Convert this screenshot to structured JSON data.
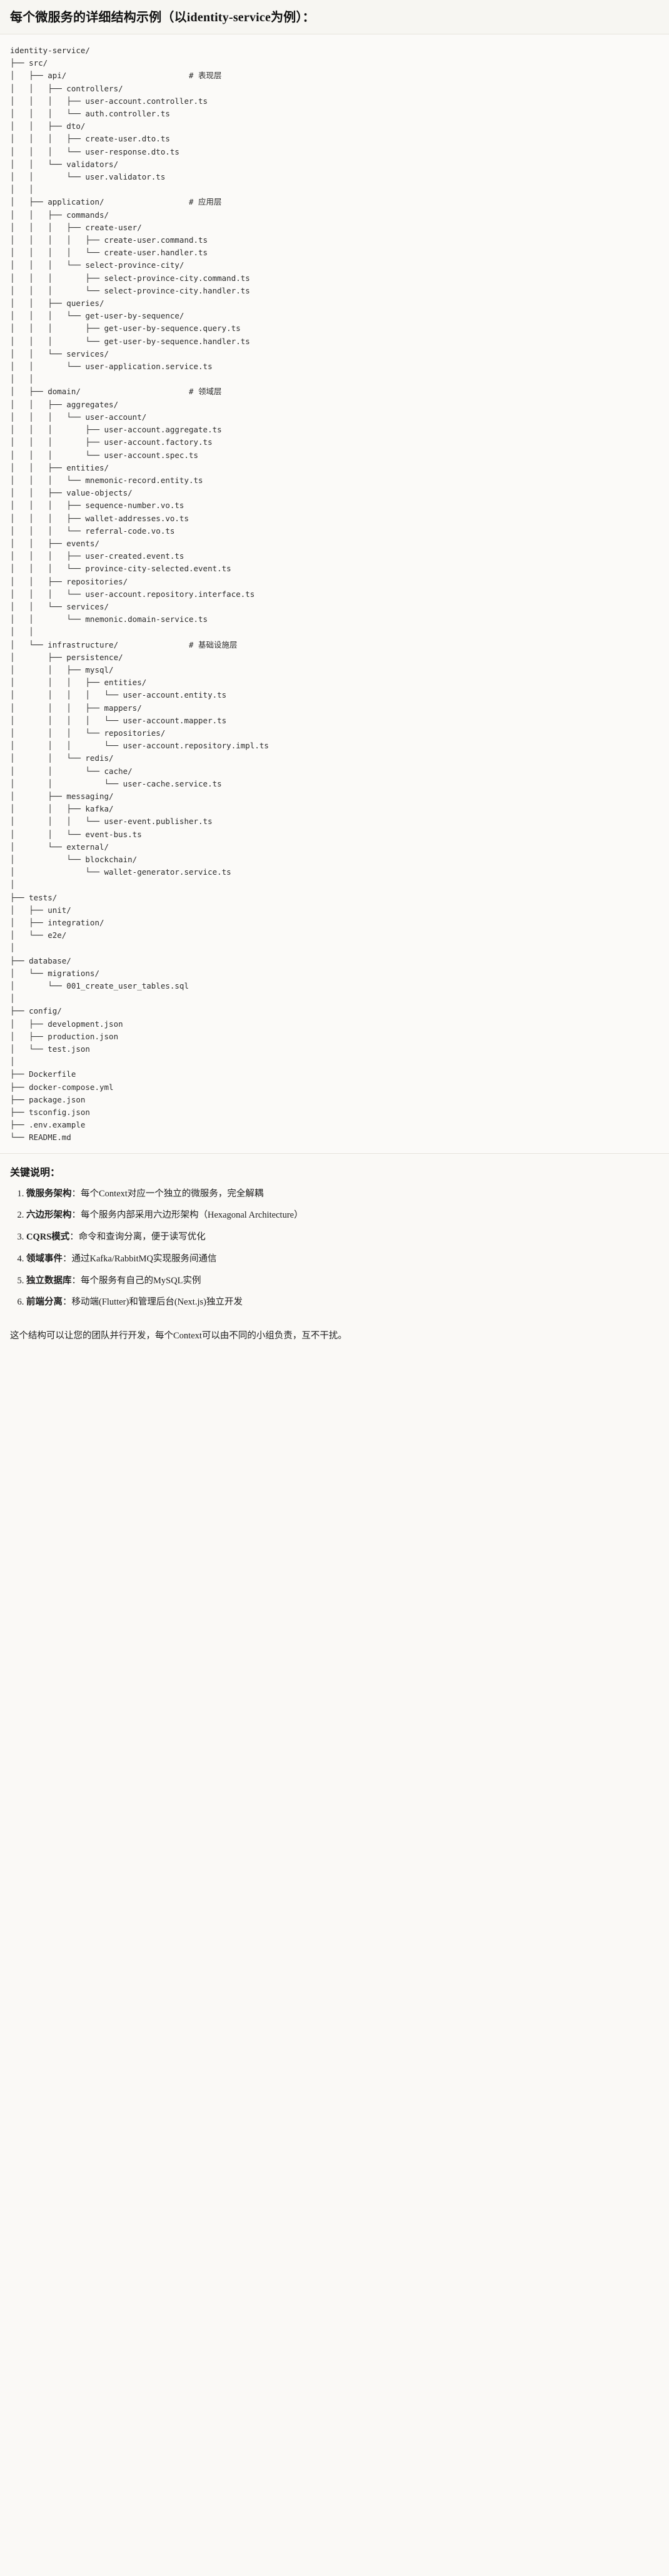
{
  "document": {
    "title": "每个微服务的详细结构示例（以identity-service为例）：",
    "root_name": "identity-service/"
  },
  "tree": {
    "text": "identity-service/\n├── src/\n│   ├── api/                          # 表现层\n│   │   ├── controllers/\n│   │   │   ├── user-account.controller.ts\n│   │   │   └── auth.controller.ts\n│   │   ├── dto/\n│   │   │   ├── create-user.dto.ts\n│   │   │   └── user-response.dto.ts\n│   │   └── validators/\n│   │       └── user.validator.ts\n│   │\n│   ├── application/                  # 应用层\n│   │   ├── commands/\n│   │   │   ├── create-user/\n│   │   │   │   ├── create-user.command.ts\n│   │   │   │   └── create-user.handler.ts\n│   │   │   └── select-province-city/\n│   │   │       ├── select-province-city.command.ts\n│   │   │       └── select-province-city.handler.ts\n│   │   ├── queries/\n│   │   │   └── get-user-by-sequence/\n│   │   │       ├── get-user-by-sequence.query.ts\n│   │   │       └── get-user-by-sequence.handler.ts\n│   │   └── services/\n│   │       └── user-application.service.ts\n│   │\n│   ├── domain/                       # 领域层\n│   │   ├── aggregates/\n│   │   │   └── user-account/\n│   │   │       ├── user-account.aggregate.ts\n│   │   │       ├── user-account.factory.ts\n│   │   │       └── user-account.spec.ts\n│   │   ├── entities/\n│   │   │   └── mnemonic-record.entity.ts\n│   │   ├── value-objects/\n│   │   │   ├── sequence-number.vo.ts\n│   │   │   ├── wallet-addresses.vo.ts\n│   │   │   └── referral-code.vo.ts\n│   │   ├── events/\n│   │   │   ├── user-created.event.ts\n│   │   │   └── province-city-selected.event.ts\n│   │   ├── repositories/\n│   │   │   └── user-account.repository.interface.ts\n│   │   └── services/\n│   │       └── mnemonic.domain-service.ts\n│   │\n│   └── infrastructure/               # 基础设施层\n│       ├── persistence/\n│       │   ├── mysql/\n│       │   │   ├── entities/\n│       │   │   │   └── user-account.entity.ts\n│       │   │   ├── mappers/\n│       │   │   │   └── user-account.mapper.ts\n│       │   │   └── repositories/\n│       │   │       └── user-account.repository.impl.ts\n│       │   └── redis/\n│       │       └── cache/\n│       │           └── user-cache.service.ts\n│       ├── messaging/\n│       │   ├── kafka/\n│       │   │   └── user-event.publisher.ts\n│       │   └── event-bus.ts\n│       └── external/\n│           └── blockchain/\n│               └── wallet-generator.service.ts\n│\n├── tests/\n│   ├── unit/\n│   ├── integration/\n│   └── e2e/\n│\n├── database/\n│   └── migrations/\n│       └── 001_create_user_tables.sql\n│\n├── config/\n│   ├── development.json\n│   ├── production.json\n│   └── test.json\n│\n├── Dockerfile\n├── docker-compose.yml\n├── package.json\n├── tsconfig.json\n├── .env.example\n└── README.md"
  },
  "notes": {
    "heading": "关键说明：",
    "items": [
      {
        "key": "微服务架构",
        "sep": "：",
        "text": "每个Context对应一个独立的微服务，完全解耦"
      },
      {
        "key": "六边形架构",
        "sep": "：",
        "text": "每个服务内部采用六边形架构（Hexagonal Architecture）"
      },
      {
        "key": "CQRS模式",
        "sep": "：",
        "text": "命令和查询分离，便于读写优化"
      },
      {
        "key": "领域事件",
        "sep": "：",
        "text": "通过Kafka/RabbitMQ实现服务间通信"
      },
      {
        "key": "独立数据库",
        "sep": "：",
        "text": "每个服务有自己的MySQL实例"
      },
      {
        "key": "前端分离",
        "sep": "：",
        "text": "移动端(Flutter)和管理后台(Next.js)独立开发"
      }
    ],
    "closing": "这个结构可以让您的团队并行开发，每个Context可以由不同的小组负责，互不干扰。"
  },
  "colors": {
    "page_bg": "#faf9f6",
    "code_bg": "#fbfaf8",
    "text": "#1c1c1c",
    "code_text": "#2b2b2b",
    "divider": "#e6e3dc"
  }
}
